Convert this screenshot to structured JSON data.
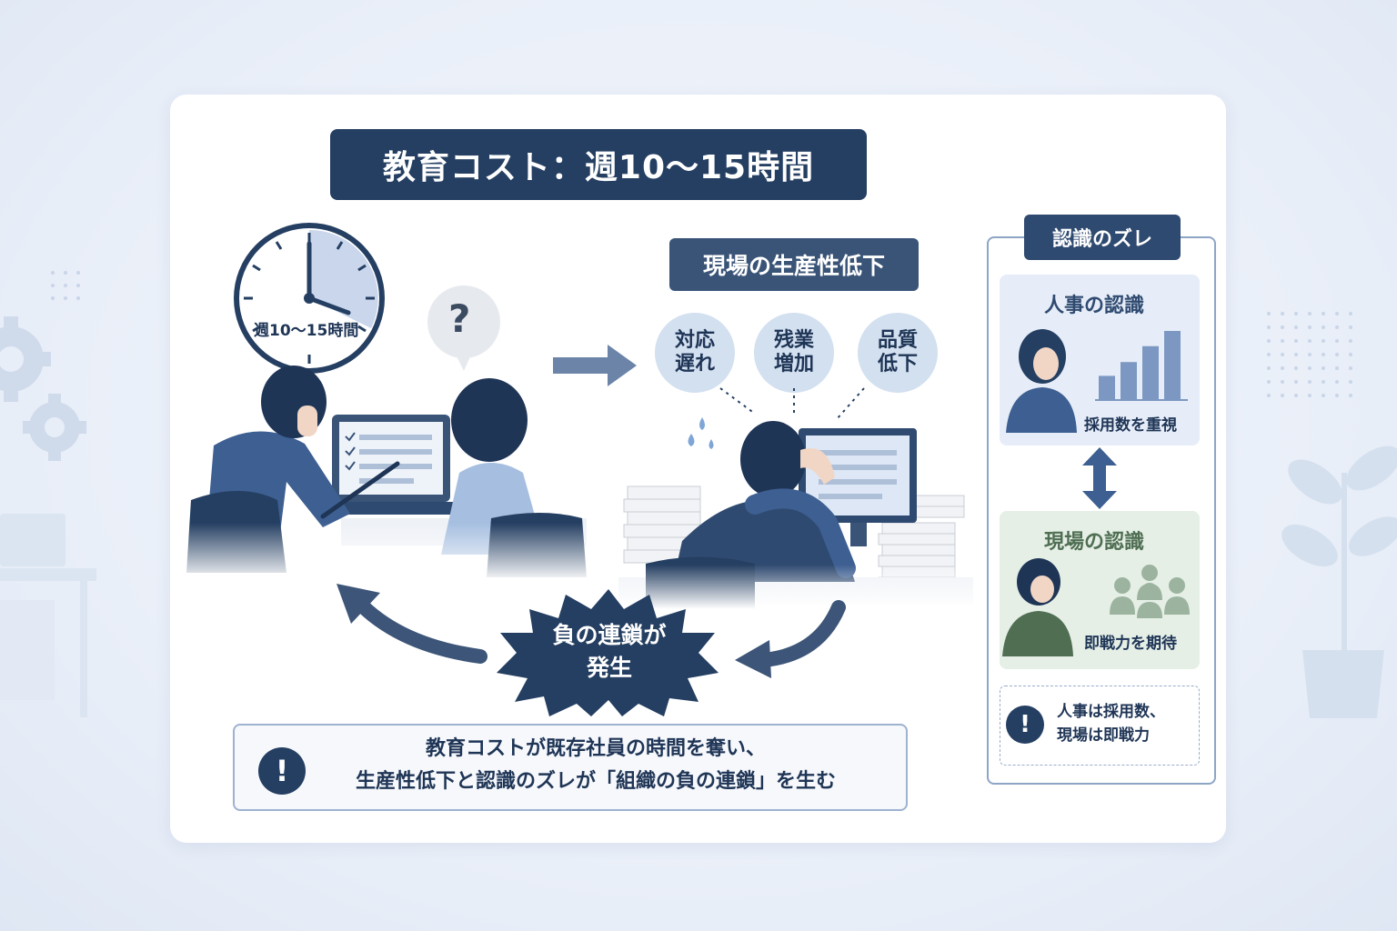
{
  "title": "教育コスト：週10～15時間",
  "clock_label": "週10～15時間",
  "question_mark": "?",
  "productivity_banner": "現場の生産性低下",
  "effects": [
    {
      "line1": "対応",
      "line2": "遅れ"
    },
    {
      "line1": "残業",
      "line2": "増加"
    },
    {
      "line1": "品質",
      "line2": "低下"
    }
  ],
  "chain": {
    "line1": "負の連鎖が",
    "line2": "発生"
  },
  "summary": {
    "line1": "教育コストが既存社員の時間を奪い、",
    "line2": "生産性低下と認識のズレが「組織の負の連鎖」を生む"
  },
  "perception": {
    "header": "認識のズレ",
    "hr_title": "人事の認識",
    "hr_caption": "採用数を重視",
    "hr_chart_values": [
      0.35,
      0.55,
      0.78,
      1.0
    ],
    "field_title": "現場の認識",
    "field_caption": "即戦力を期待",
    "note_line1": "人事は採用数、",
    "note_line2": "現場は即戦力"
  },
  "colors": {
    "navy": "#253f62",
    "blue": "#3d5f91",
    "light_blue": "#d3e0f0",
    "green": "#4f6e52"
  }
}
